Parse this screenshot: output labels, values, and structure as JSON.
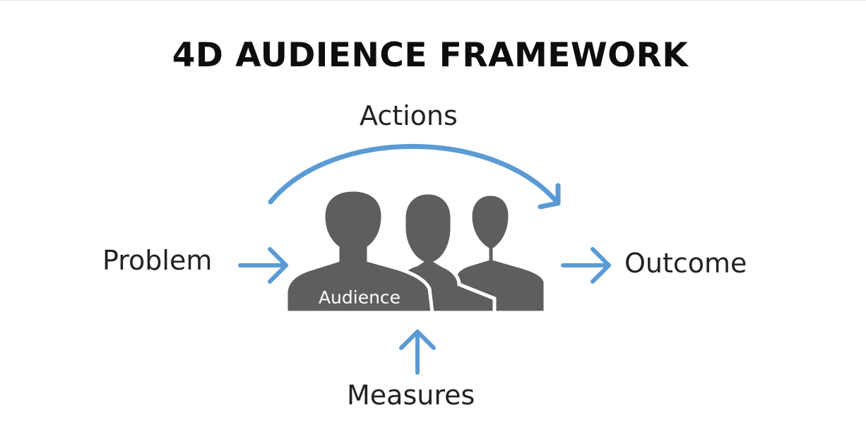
{
  "title": "4D AUDIENCE FRAMEWORK",
  "labels": {
    "actions": "Actions",
    "problem": "Problem",
    "outcome": "Outcome",
    "measures": "Measures",
    "audience": "Audience"
  },
  "colors": {
    "arrow": "#5b9bd5",
    "silhouette": "#5e5e5e",
    "text": "#222222"
  }
}
